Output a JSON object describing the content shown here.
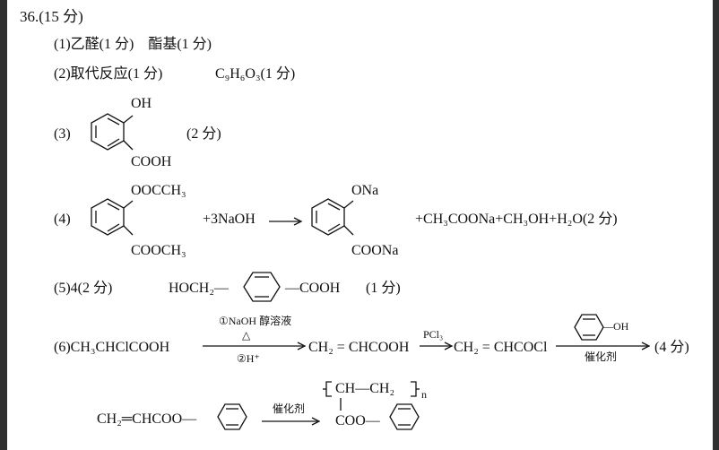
{
  "question_header": "36.(15 分)",
  "part1": "(1)乙醛(1 分)　酯基(1 分)",
  "part2": {
    "label": "(2)取代反应(1 分)",
    "formula": "C₉H₆O₃(1 分)"
  },
  "part3": {
    "label": "(3)",
    "oh": "OH",
    "cooh": "COOH",
    "score": "(2 分)"
  },
  "part4": {
    "label": "(4)",
    "reactant_top": "OOCCH₃",
    "reactant_bottom": "COOCH₃",
    "plus_naoh": "+3NaOH",
    "product_top": "ONa",
    "product_bottom": "COONa",
    "rest": "+CH₃COONa+CH₃OH+H₂O(2 分)"
  },
  "part5": {
    "label": "(5)4(2 分)",
    "left": "HOCH₂—",
    "right": "—COOH",
    "score": "(1 分)"
  },
  "part6": {
    "label": "(6)CH₃CHClCOOH",
    "cond1_top": "①NaOH 醇溶液",
    "cond1_mid": "△",
    "cond1_bottom": "②H⁺",
    "mid1": "CH₂ = CHCOOH",
    "cond2_top": "PCl₃",
    "mid2": "CH₂ = CHCOCl",
    "phenol_oh": "—OH",
    "cond3_bottom": "催化剂",
    "score": "(4 分)"
  },
  "part6b": {
    "monomer": "CH₂═CHCOO—",
    "catalyst": "催化剂",
    "polymer_chain": "CH—CH₂",
    "polymer_n": "n",
    "polymer_coo": "COO—"
  }
}
